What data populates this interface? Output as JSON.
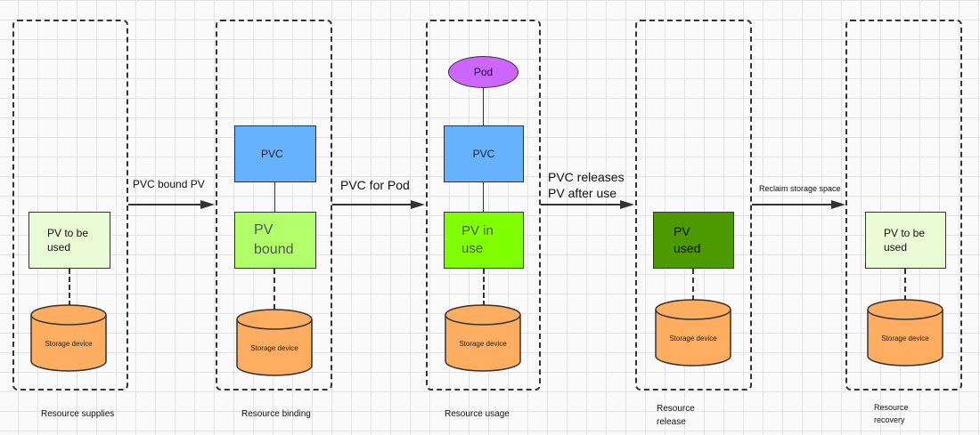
{
  "stages": [
    {
      "label": "Resource supplies",
      "pv": "PV to be\nused",
      "storage": "Storage device"
    },
    {
      "label": "Resource binding",
      "pvc": "PVC",
      "pv": "PV\nbound",
      "storage": "Storage device"
    },
    {
      "label": "Resource usage",
      "pod": "Pod",
      "pvc": "PVC",
      "pv": "PV in\nuse",
      "storage": "Storage device"
    },
    {
      "label": "Resource\nrelease",
      "pv": "PV\nused",
      "storage": "Storage device"
    },
    {
      "label": "Resource\nrecovery",
      "pv": "PV to be\nused",
      "storage": "Storage device"
    }
  ],
  "transitions": [
    "PVC bound PV",
    "PVC for Pod",
    "PVC releases\nPV after use",
    "Reclaim storage space"
  ],
  "colors": {
    "pv_to_be_used": "#eafcd5",
    "pv_bound": "#b1ff69",
    "pv_in_use": "#7fff00",
    "pv_used": "#4c9a00",
    "pvc": "#66b2ff",
    "pod": "#cc66ff",
    "storage": "#ffad60"
  }
}
